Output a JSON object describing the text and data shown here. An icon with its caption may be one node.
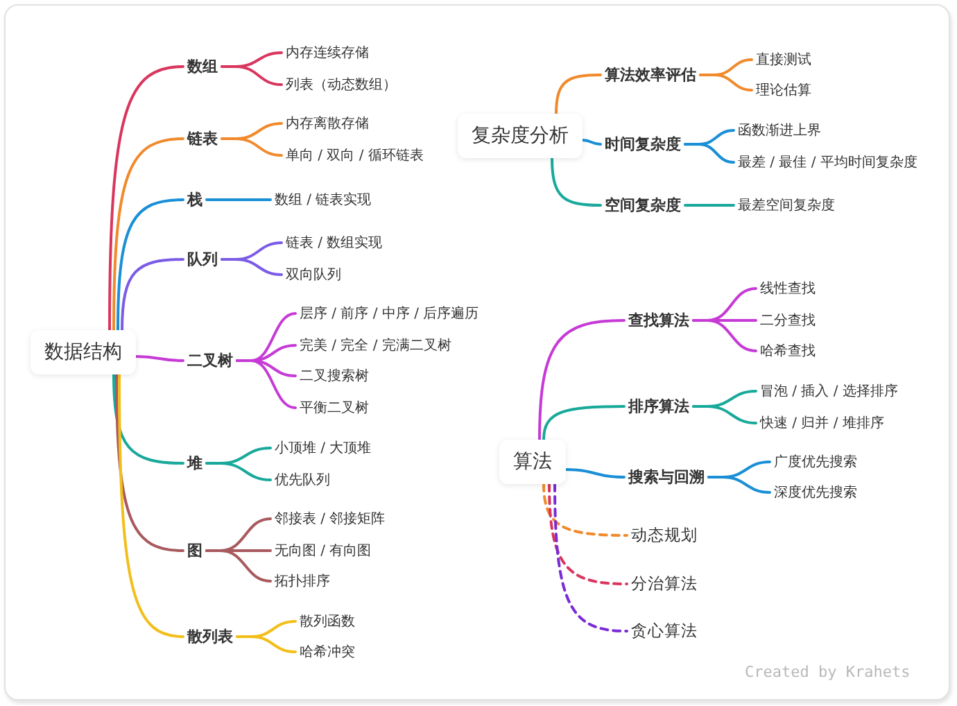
{
  "diagram": {
    "nodes": [
      {
        "text": [
          "数据结构"
        ]
      },
      {
        "text": [
          "数组"
        ]
      },
      {
        "text": [
          "内存连续存储"
        ]
      },
      {
        "text": [
          "列表（动态数组）"
        ]
      },
      {
        "text": [
          "链表"
        ]
      },
      {
        "text": [
          "内存离散存储"
        ]
      },
      {
        "text": [
          "单向 / 双向 / 循环链表"
        ]
      },
      {
        "text": [
          "栈"
        ]
      },
      {
        "text": [
          "数组 / 链表实现"
        ]
      },
      {
        "text": [
          "队列"
        ]
      },
      {
        "text": [
          "链表 / 数组实现"
        ]
      },
      {
        "text": [
          "双向队列"
        ]
      },
      {
        "text": [
          "二叉树"
        ]
      },
      {
        "text": [
          "层序 / 前序 / 中序 / 后序遍历"
        ]
      },
      {
        "text": [
          "完美 / 完全 / 完满二叉树"
        ]
      },
      {
        "text": [
          "二叉搜索树"
        ]
      },
      {
        "text": [
          "平衡二叉树"
        ]
      },
      {
        "text": [
          "堆"
        ]
      },
      {
        "text": [
          "小顶堆 / 大顶堆"
        ]
      },
      {
        "text": [
          "优先队列"
        ]
      },
      {
        "text": [
          "图"
        ]
      },
      {
        "text": [
          "邻接表 / 邻接矩阵"
        ]
      },
      {
        "text": [
          "无向图 / 有向图"
        ]
      },
      {
        "text": [
          "拓扑排序"
        ]
      },
      {
        "text": [
          "散列表"
        ]
      },
      {
        "text": [
          "散列函数"
        ]
      },
      {
        "text": [
          "哈希冲突"
        ]
      },
      {
        "text": [
          "复杂度分析"
        ]
      },
      {
        "text": [
          "算法效率评估"
        ]
      },
      {
        "text": [
          "直接测试"
        ]
      },
      {
        "text": [
          "理论估算"
        ]
      },
      {
        "text": [
          "时间复杂度"
        ]
      },
      {
        "text": [
          "函数渐进上界"
        ]
      },
      {
        "text": [
          "最差 / 最佳 / 平均时间复杂度"
        ]
      },
      {
        "text": [
          "空间复杂度"
        ]
      },
      {
        "text": [
          "最差空间复杂度"
        ]
      },
      {
        "text": [
          "算法"
        ]
      },
      {
        "text": [
          "查找算法"
        ]
      },
      {
        "text": [
          "线性查找"
        ]
      },
      {
        "text": [
          "二分查找"
        ]
      },
      {
        "text": [
          "哈希查找"
        ]
      },
      {
        "text": [
          "排序算法"
        ]
      },
      {
        "text": [
          "冒泡 / 插入 / 选择排序"
        ]
      },
      {
        "text": [
          "快速 / 归并 / 堆排序"
        ]
      },
      {
        "text": [
          "搜索与回溯"
        ]
      },
      {
        "text": [
          "广度优先搜索"
        ]
      },
      {
        "text": [
          "深度优先搜索"
        ]
      },
      {
        "text": [
          "动态规划"
        ]
      },
      {
        "text": [
          "分治算法"
        ]
      },
      {
        "text": [
          "贪心算法"
        ]
      }
    ],
    "edges": [
      {
        "from": 0,
        "to": 1,
        "arrow": "none",
        "color": "#d9365e"
      },
      {
        "from": 1,
        "to": 2,
        "arrow": "none",
        "color": "#d9365e"
      },
      {
        "from": 1,
        "to": 3,
        "arrow": "none",
        "color": "#d9365e"
      },
      {
        "from": 0,
        "to": 4,
        "arrow": "none",
        "color": "#f08a2c"
      },
      {
        "from": 4,
        "to": 5,
        "arrow": "none",
        "color": "#f08a2c"
      },
      {
        "from": 4,
        "to": 6,
        "arrow": "none",
        "color": "#f08a2c"
      },
      {
        "from": 0,
        "to": 7,
        "arrow": "none",
        "color": "#1a8fd6"
      },
      {
        "from": 7,
        "to": 8,
        "arrow": "none",
        "color": "#1a8fd6"
      },
      {
        "from": 0,
        "to": 9,
        "arrow": "none",
        "color": "#7b5ce6"
      },
      {
        "from": 9,
        "to": 10,
        "arrow": "none",
        "color": "#7b5ce6"
      },
      {
        "from": 9,
        "to": 11,
        "arrow": "none",
        "color": "#7b5ce6"
      },
      {
        "from": 0,
        "to": 12,
        "arrow": "none",
        "color": "#c63ad6"
      },
      {
        "from": 12,
        "to": 13,
        "arrow": "none",
        "color": "#c63ad6"
      },
      {
        "from": 12,
        "to": 14,
        "arrow": "none",
        "color": "#c63ad6"
      },
      {
        "from": 12,
        "to": 15,
        "arrow": "none",
        "color": "#c63ad6"
      },
      {
        "from": 12,
        "to": 16,
        "arrow": "none",
        "color": "#c63ad6"
      },
      {
        "from": 0,
        "to": 17,
        "arrow": "none",
        "color": "#18a99a"
      },
      {
        "from": 17,
        "to": 18,
        "arrow": "none",
        "color": "#18a99a"
      },
      {
        "from": 17,
        "to": 19,
        "arrow": "none",
        "color": "#18a99a"
      },
      {
        "from": 0,
        "to": 20,
        "arrow": "none",
        "color": "#a85a5e"
      },
      {
        "from": 20,
        "to": 21,
        "arrow": "none",
        "color": "#a85a5e"
      },
      {
        "from": 20,
        "to": 22,
        "arrow": "none",
        "color": "#a85a5e"
      },
      {
        "from": 20,
        "to": 23,
        "arrow": "none",
        "color": "#a85a5e"
      },
      {
        "from": 0,
        "to": 24,
        "arrow": "none",
        "color": "#f2bf1a"
      },
      {
        "from": 24,
        "to": 25,
        "arrow": "none",
        "color": "#f2bf1a"
      },
      {
        "from": 24,
        "to": 26,
        "arrow": "none",
        "color": "#f2bf1a"
      },
      {
        "from": 27,
        "to": 28,
        "arrow": "none",
        "color": "#f08a2c"
      },
      {
        "from": 28,
        "to": 29,
        "arrow": "none",
        "color": "#f08a2c"
      },
      {
        "from": 28,
        "to": 30,
        "arrow": "none",
        "color": "#f08a2c"
      },
      {
        "from": 27,
        "to": 31,
        "arrow": "none",
        "color": "#1a8fd6"
      },
      {
        "from": 31,
        "to": 32,
        "arrow": "none",
        "color": "#1a8fd6"
      },
      {
        "from": 31,
        "to": 33,
        "arrow": "none",
        "color": "#1a8fd6"
      },
      {
        "from": 27,
        "to": 34,
        "arrow": "none",
        "color": "#18a99a"
      },
      {
        "from": 34,
        "to": 35,
        "arrow": "none",
        "color": "#18a99a"
      },
      {
        "from": 36,
        "to": 37,
        "arrow": "none",
        "color": "#c63ad6"
      },
      {
        "from": 37,
        "to": 38,
        "arrow": "none",
        "color": "#c63ad6"
      },
      {
        "from": 37,
        "to": 39,
        "arrow": "none",
        "color": "#c63ad6"
      },
      {
        "from": 37,
        "to": 40,
        "arrow": "none",
        "color": "#c63ad6"
      },
      {
        "from": 36,
        "to": 41,
        "arrow": "none",
        "color": "#18a99a"
      },
      {
        "from": 41,
        "to": 42,
        "arrow": "none",
        "color": "#18a99a"
      },
      {
        "from": 41,
        "to": 43,
        "arrow": "none",
        "color": "#18a99a"
      },
      {
        "from": 36,
        "to": 44,
        "arrow": "none",
        "color": "#1a8fd6"
      },
      {
        "from": 44,
        "to": 45,
        "arrow": "none",
        "color": "#1a8fd6"
      },
      {
        "from": 44,
        "to": 46,
        "arrow": "none",
        "color": "#1a8fd6"
      },
      {
        "from": 36,
        "to": 47,
        "arrow": "none",
        "style": "dashed",
        "color": "#f08a2c"
      },
      {
        "from": 36,
        "to": 48,
        "arrow": "none",
        "style": "dashed",
        "color": "#d9365e"
      },
      {
        "from": 36,
        "to": 49,
        "arrow": "none",
        "style": "dashed",
        "color": "#7a2ad6"
      }
    ],
    "labels": [
      "Created by Krahets"
    ]
  }
}
